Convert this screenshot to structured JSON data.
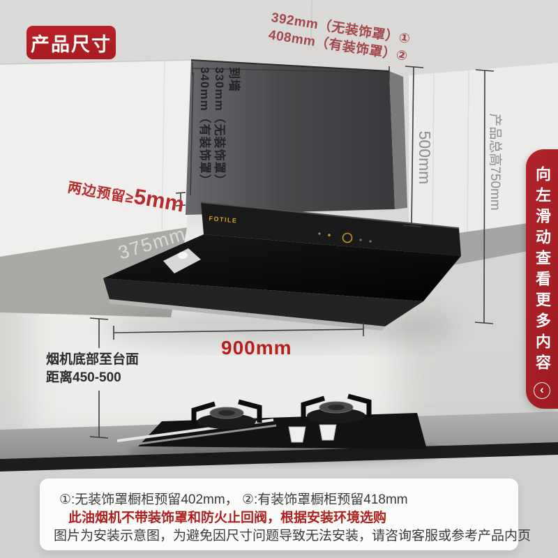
{
  "colors": {
    "wall": "#d8d7d5",
    "accent_red": "#b32025",
    "annotation_red": "#a4474c",
    "banner_red": "#a91e23",
    "dim_gray": "#8d8c8a",
    "text_dark": "#2b2b2b",
    "brand_gold": "#d2a42c"
  },
  "badge": {
    "label": "产品尺寸"
  },
  "diagram": {
    "top_width": {
      "line1": "392mm（无装饰罩）①",
      "line2": "408mm（有装饰罩）②"
    },
    "to_wall": {
      "line1": "到墙",
      "line2": "330mm（无装饰罩）",
      "line3": "340mm（有装饰罩）"
    },
    "side_clearance": {
      "prefix": "两边预留≥",
      "value": "5mm"
    },
    "chimney_height": "500mm",
    "total_height": "产品总高750mm",
    "depth": "375mm",
    "width": "900mm",
    "bottom_clearance": {
      "line1": "烟机底部至台面",
      "line2": "距离450-500"
    }
  },
  "hood": {
    "brand": "FOTILE"
  },
  "side_banner": {
    "text": "向左滑动查看更多内容",
    "arrow": "‹"
  },
  "footnotes": {
    "line1": "①:无装饰罩橱柜预留402mm， ②:有装饰罩橱柜预留418mm",
    "line2": "此油烟机不带装饰罩和防火止回阀，根据安装环境选购",
    "line3": "图片为安装示意图，为避免因尺寸问题导致无法安装，请咨询客服或参考产品内页"
  }
}
